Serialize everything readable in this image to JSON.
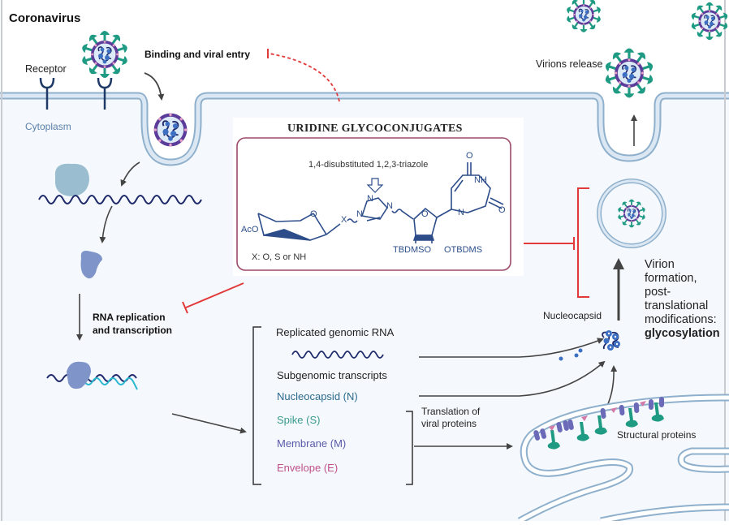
{
  "figure": {
    "title": "Coronavirus",
    "labels": {
      "receptor": "Receptor",
      "cytoplasm": "Cytoplasm",
      "binding_entry": "Binding and viral entry",
      "virions_release": "Virions release",
      "rna_replication_line1": "RNA replication",
      "rna_replication_line2": "and transcription",
      "nucleocapsid": "Nucleocapsid",
      "structural_proteins": "Structural proteins",
      "translation_line1": "Translation of",
      "translation_line2": "viral proteins",
      "virion_formation_line1": "Virion",
      "virion_formation_line2": "formation,",
      "virion_formation_line3": "post-",
      "virion_formation_line4": "translational",
      "virion_formation_line5": "modifications:",
      "virion_formation_bold": "glycosylation"
    },
    "rna_list": {
      "replicated": "Replicated genomic RNA",
      "subgenomic": "Subgenomic transcripts",
      "items": [
        {
          "label": "Nucleocapsid (N)",
          "color": "#2d6a8e"
        },
        {
          "label": "Spike (S)",
          "color": "#3a9a8c"
        },
        {
          "label": "Membrane (M)",
          "color": "#5a5aa8"
        },
        {
          "label": "Envelope (E)",
          "color": "#c0508a"
        }
      ]
    },
    "compound_box": {
      "title": "URIDINE GLYCOCONJUGATES",
      "triazole_label": "1,4-disubstituted 1,2,3-triazole",
      "x_note": "X: O, S or NH",
      "atoms": {
        "aco": "AcO",
        "o_ring": "O",
        "x": "X",
        "n1": "N",
        "n2": "N",
        "n3": "N",
        "o_furanose": "O",
        "tbdmso": "TBDMSO",
        "otbdms": "OTBDMS",
        "n_uracil": "N",
        "nh": "NH",
        "o_top": "O",
        "o_right": "O"
      }
    },
    "colors": {
      "background": "#f5f9fd",
      "membrane": "#c5d9ea",
      "membrane_edge": "#8fb0cc",
      "spike": "#1f9a83",
      "envelope": "#5b3c9a",
      "inhibition": "#e23a3a",
      "box_border": "#9c4a6a",
      "arrow": "#444444",
      "rna": "#1f2a6b",
      "rna_new": "#29b8d0",
      "ribosome": "#8ab4c7",
      "polymerase": "#7f95c9"
    }
  }
}
